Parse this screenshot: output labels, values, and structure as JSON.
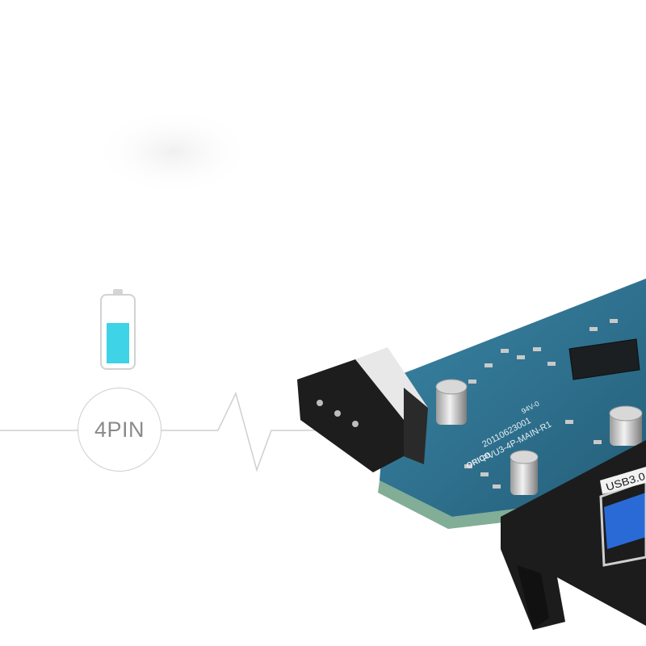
{
  "connector_label": "4PIN",
  "usb_port_label": "USB3.0",
  "pcb_silkscreen": {
    "model": "PVU3-4P-MAIN-R1",
    "date_code": "20110623001",
    "brand": "ORICO",
    "rating": "94V-0"
  },
  "icons": {
    "battery": "battery-icon",
    "pulse_line": "pulse-line"
  },
  "battery_level": 0.62,
  "colors": {
    "pcb": "#2e6f8e",
    "battery_fill": "#3ed3e6",
    "line": "#d0d0d0",
    "bracket": "#1c1c1c"
  }
}
